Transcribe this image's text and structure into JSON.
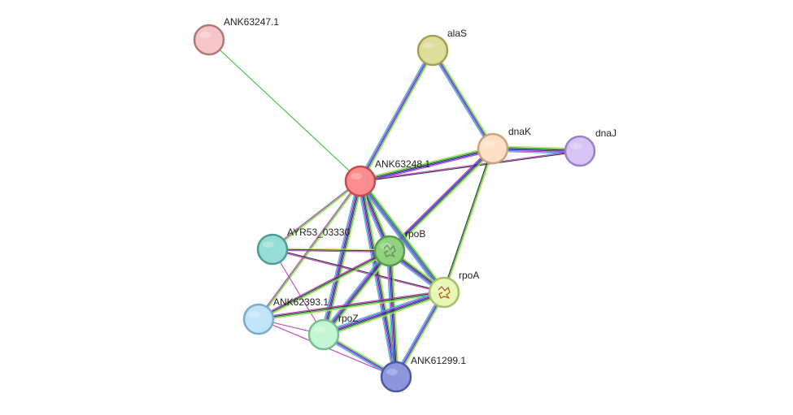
{
  "network": {
    "nodes": [
      {
        "id": "ANK63247.1",
        "label": "ANK63247.1",
        "fill": "#f5c6c8",
        "stroke": "#b07878"
      },
      {
        "id": "alaS",
        "label": "alaS",
        "fill": "#dedd9a",
        "stroke": "#a3a150"
      },
      {
        "id": "dnaK",
        "label": "dnaK",
        "fill": "#fde0c5",
        "stroke": "#c9a37e"
      },
      {
        "id": "dnaJ",
        "label": "dnaJ",
        "fill": "#d6c4f7",
        "stroke": "#9a80c7"
      },
      {
        "id": "ANK63248.1",
        "label": "ANK63248.1",
        "fill": "#fc8d8e",
        "stroke": "#c44b4e"
      },
      {
        "id": "AYR53_03330",
        "label": "AYR53_03330",
        "fill": "#96ddd6",
        "stroke": "#4f9c95"
      },
      {
        "id": "rpoB",
        "label": "rpoB",
        "fill": "#8fd37f",
        "stroke": "#5a9a4a",
        "structure": true
      },
      {
        "id": "rpoA",
        "label": "rpoA",
        "fill": "#e8f7b8",
        "stroke": "#a6bf6a",
        "structure": true
      },
      {
        "id": "ANK62393.1",
        "label": "ANK62393.1",
        "fill": "#c0e4f8",
        "stroke": "#7aaccb"
      },
      {
        "id": "rpoZ",
        "label": "rpoZ",
        "fill": "#c3f6d4",
        "stroke": "#78bf8f"
      },
      {
        "id": "ANK61299.1",
        "label": "ANK61299.1",
        "fill": "#8d96da",
        "stroke": "#4e58a6"
      }
    ],
    "edges": [
      {
        "source": "ANK63247.1",
        "target": "ANK63248.1",
        "colors": [
          "#3bc13b"
        ]
      },
      {
        "source": "alaS",
        "target": "ANK63248.1",
        "colors": [
          "#c8e070",
          "#3bc13b",
          "#2c2cf0",
          "#c040c0",
          "#30c0d0"
        ]
      },
      {
        "source": "alaS",
        "target": "dnaK",
        "colors": [
          "#c8e070",
          "#3bc13b",
          "#2c2cf0",
          "#c040c0",
          "#30c0d0"
        ]
      },
      {
        "source": "dnaK",
        "target": "dnaJ",
        "colors": [
          "#c8e070",
          "#3bc13b",
          "#333333",
          "#2c2cf0",
          "#c040c0",
          "#30c0d0"
        ]
      },
      {
        "source": "ANK63248.1",
        "target": "dnaK",
        "colors": [
          "#c8e070",
          "#3bc13b",
          "#333333",
          "#2c2cf0",
          "#c040c0"
        ]
      },
      {
        "source": "ANK63248.1",
        "target": "dnaJ",
        "colors": [
          "#c040c0",
          "#333333"
        ]
      },
      {
        "source": "dnaK",
        "target": "rpoB",
        "colors": [
          "#c8e070",
          "#3bc13b",
          "#333333",
          "#2c2cf0",
          "#c040c0"
        ]
      },
      {
        "source": "dnaK",
        "target": "rpoA",
        "colors": [
          "#c8e070",
          "#3bc13b",
          "#333333"
        ]
      },
      {
        "source": "ANK63248.1",
        "target": "AYR53_03330",
        "colors": [
          "#c8e070",
          "#3bc13b",
          "#c040c0"
        ]
      },
      {
        "source": "ANK63248.1",
        "target": "rpoB",
        "colors": [
          "#c8e070",
          "#3bc13b",
          "#333333",
          "#2c2cf0",
          "#c040c0",
          "#30c0d0"
        ]
      },
      {
        "source": "ANK63248.1",
        "target": "rpoA",
        "colors": [
          "#c8e070",
          "#3bc13b",
          "#333333",
          "#2c2cf0",
          "#c040c0",
          "#30c0d0"
        ]
      },
      {
        "source": "ANK63248.1",
        "target": "ANK62393.1",
        "colors": [
          "#c8e070",
          "#3bc13b",
          "#c040c0"
        ]
      },
      {
        "source": "ANK63248.1",
        "target": "rpoZ",
        "colors": [
          "#c8e070",
          "#3bc13b",
          "#333333",
          "#2c2cf0",
          "#c040c0",
          "#30c0d0"
        ]
      },
      {
        "source": "ANK63248.1",
        "target": "ANK61299.1",
        "colors": [
          "#c8e070",
          "#3bc13b",
          "#333333",
          "#2c2cf0",
          "#c040c0",
          "#30c0d0"
        ]
      },
      {
        "source": "ANK63248.1",
        "target": "rpoA",
        "colors": [
          "#30c0d0"
        ]
      },
      {
        "source": "AYR53_03330",
        "target": "rpoB",
        "colors": [
          "#c8e070",
          "#333333",
          "#c040c0"
        ]
      },
      {
        "source": "AYR53_03330",
        "target": "rpoA",
        "colors": [
          "#333333",
          "#c040c0"
        ]
      },
      {
        "source": "AYR53_03330",
        "target": "rpoZ",
        "colors": [
          "#c040c0"
        ]
      },
      {
        "source": "rpoB",
        "target": "rpoA",
        "colors": [
          "#c8e070",
          "#3bc13b",
          "#333333",
          "#2c2cf0",
          "#c040c0",
          "#30c0d0"
        ]
      },
      {
        "source": "rpoB",
        "target": "ANK62393.1",
        "colors": [
          "#c8e070",
          "#3bc13b",
          "#333333",
          "#c040c0"
        ]
      },
      {
        "source": "rpoB",
        "target": "rpoZ",
        "colors": [
          "#c8e070",
          "#3bc13b",
          "#333333",
          "#2c2cf0",
          "#c040c0",
          "#30c0d0"
        ]
      },
      {
        "source": "rpoB",
        "target": "ANK61299.1",
        "colors": [
          "#c8e070",
          "#3bc13b",
          "#333333",
          "#2c2cf0",
          "#c040c0",
          "#30c0d0"
        ]
      },
      {
        "source": "rpoA",
        "target": "ANK62393.1",
        "colors": [
          "#c8e070",
          "#3bc13b",
          "#333333",
          "#c040c0"
        ]
      },
      {
        "source": "rpoA",
        "target": "rpoZ",
        "colors": [
          "#c8e070",
          "#3bc13b",
          "#333333",
          "#2c2cf0",
          "#c040c0",
          "#30c0d0"
        ]
      },
      {
        "source": "rpoA",
        "target": "ANK61299.1",
        "colors": [
          "#c8e070",
          "#3bc13b",
          "#2c2cf0",
          "#c040c0",
          "#30c0d0"
        ]
      },
      {
        "source": "ANK62393.1",
        "target": "rpoZ",
        "colors": [
          "#c040c0"
        ]
      },
      {
        "source": "ANK62393.1",
        "target": "ANK61299.1",
        "colors": [
          "#c040c0"
        ]
      },
      {
        "source": "rpoZ",
        "target": "ANK61299.1",
        "colors": [
          "#c8e070",
          "#3bc13b",
          "#2c2cf0",
          "#c040c0",
          "#30c0d0"
        ]
      }
    ]
  }
}
